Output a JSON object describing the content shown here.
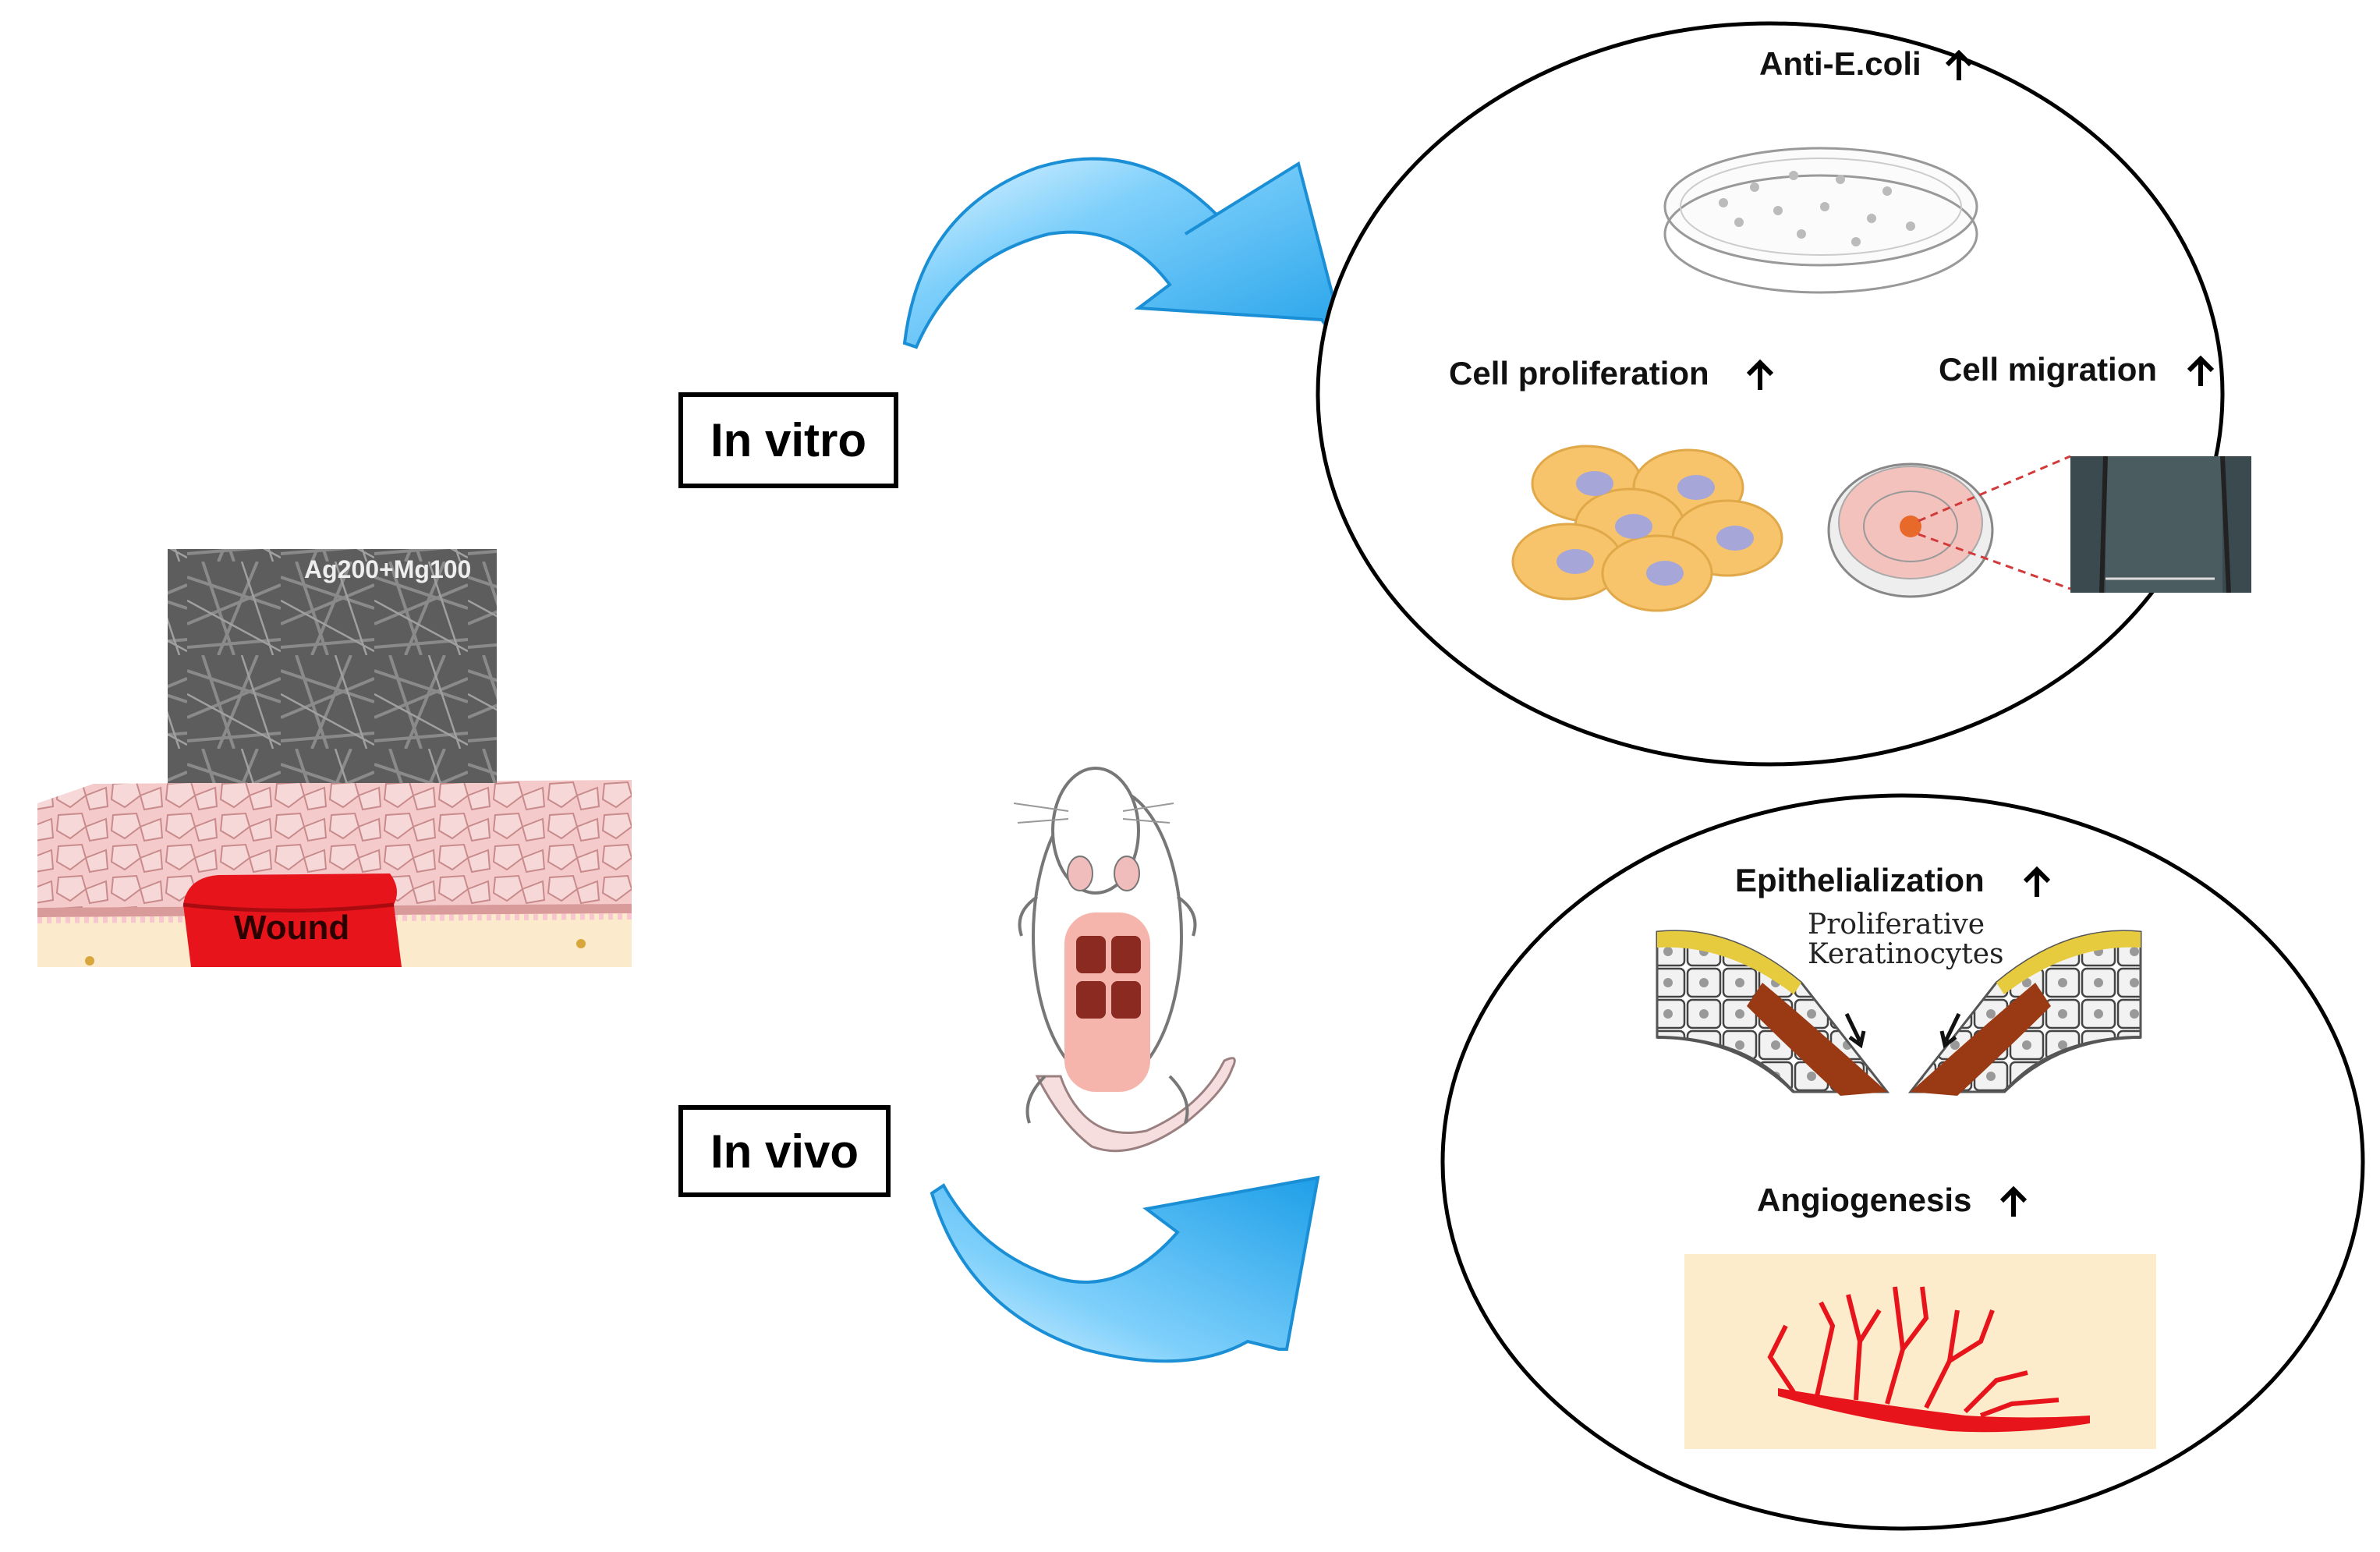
{
  "left": {
    "sem_label": "Ag200+Mg100",
    "wound_label": "Wound"
  },
  "branches": {
    "in_vitro": "In vitro",
    "in_vivo": "In vivo"
  },
  "in_vitro_panel": {
    "anti_ecoli": "Anti-E.coli",
    "cell_proliferation": "Cell proliferation",
    "cell_migration": "Cell migration"
  },
  "in_vivo_panel": {
    "epithelialization": "Epithelialization",
    "keratinocytes_line1": "Proliferative",
    "keratinocytes_line2": "Keratinocytes",
    "angiogenesis": "Angiogenesis"
  },
  "icons": {
    "up_arrow": "up-arrow-icon"
  },
  "colors": {
    "arrow_blue": "#29a9f0",
    "wound_red": "#e8141c",
    "skin_pink": "#f2c4c4",
    "vessel_red": "#e8141c",
    "panel_bg": "#fdeccb"
  }
}
